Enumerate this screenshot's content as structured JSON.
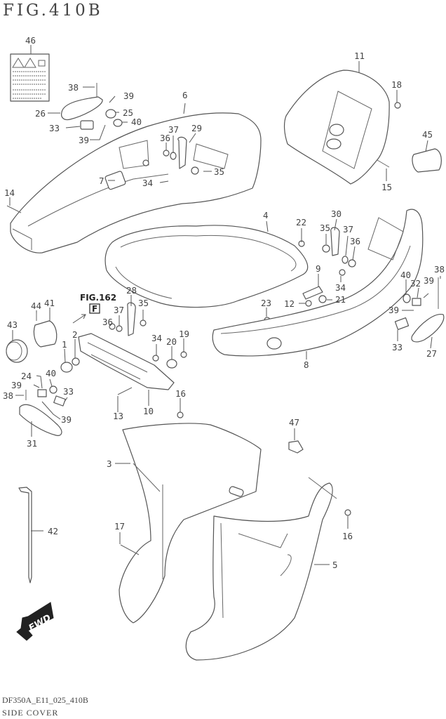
{
  "figure": {
    "title": "FIG.410B",
    "code": "DF350A_E11_025_410B",
    "name": "SIDE COVER",
    "ref_fig": "FIG.162",
    "ref_box": "F",
    "direction_label": "FWD"
  },
  "callouts": {
    "c46": "46",
    "c38a": "38",
    "c39a": "39",
    "c26": "26",
    "c25": "25",
    "c40a": "40",
    "c33a": "33",
    "c39b": "39",
    "c6": "6",
    "c36a": "36",
    "c37a": "37",
    "c29": "29",
    "c7": "7",
    "c34a": "34",
    "c35a": "35",
    "c14": "14",
    "c11": "11",
    "c18": "18",
    "c45": "45",
    "c15": "15",
    "c4": "4",
    "c22": "22",
    "c30": "30",
    "c35b": "35",
    "c37b": "37",
    "c36b": "36",
    "c9": "9",
    "c34b": "34",
    "c12": "12",
    "c21": "21",
    "c23": "23",
    "c40b": "40",
    "c32": "32",
    "c39c": "39",
    "c38b": "38",
    "c39d": "39",
    "c33b": "33",
    "c27": "27",
    "c8": "8",
    "c28": "28",
    "c37c": "37",
    "c35c": "35",
    "c36c": "36",
    "c44": "44",
    "c41": "41",
    "c43": "43",
    "c2": "2",
    "c1": "1",
    "c34c": "34",
    "c19": "19",
    "c20": "20",
    "c24": "24",
    "c40c": "40",
    "c39e": "39",
    "c38c": "38",
    "c33c": "33",
    "c39f": "39",
    "c13": "13",
    "c10": "10",
    "c16a": "16",
    "c31": "31",
    "c47": "47",
    "c3": "3",
    "c42": "42",
    "c17": "17",
    "c16b": "16",
    "c5": "5"
  }
}
